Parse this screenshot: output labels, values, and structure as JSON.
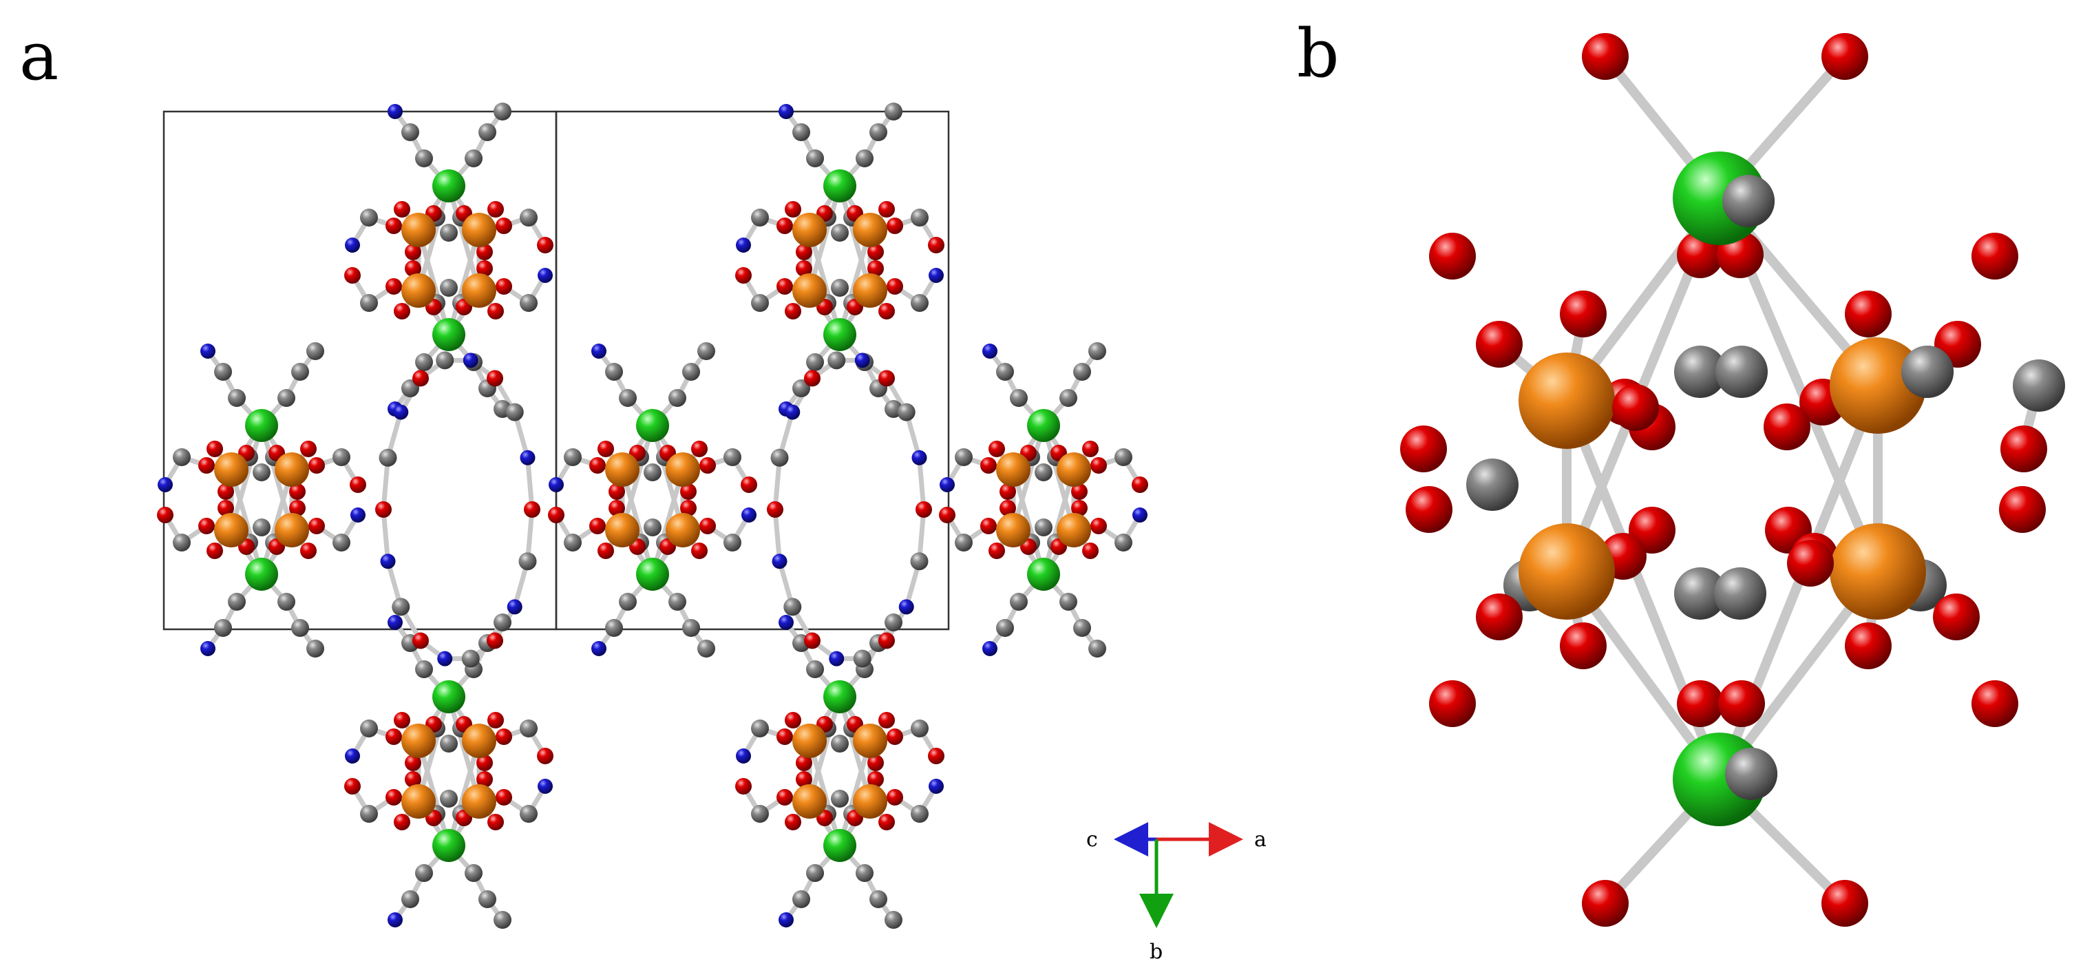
{
  "panel_a": {
    "label": "a"
  },
  "panel_b": {
    "label": "b"
  },
  "axes": {
    "a": "a",
    "b": "b",
    "c": "c"
  },
  "atom_colors": {
    "orange": "#e07a10",
    "green": "#22cc22",
    "red": "#dd0000",
    "grey": "#7a7a7a",
    "blue": "#1a1acc",
    "bond": "#c8c8c8"
  }
}
